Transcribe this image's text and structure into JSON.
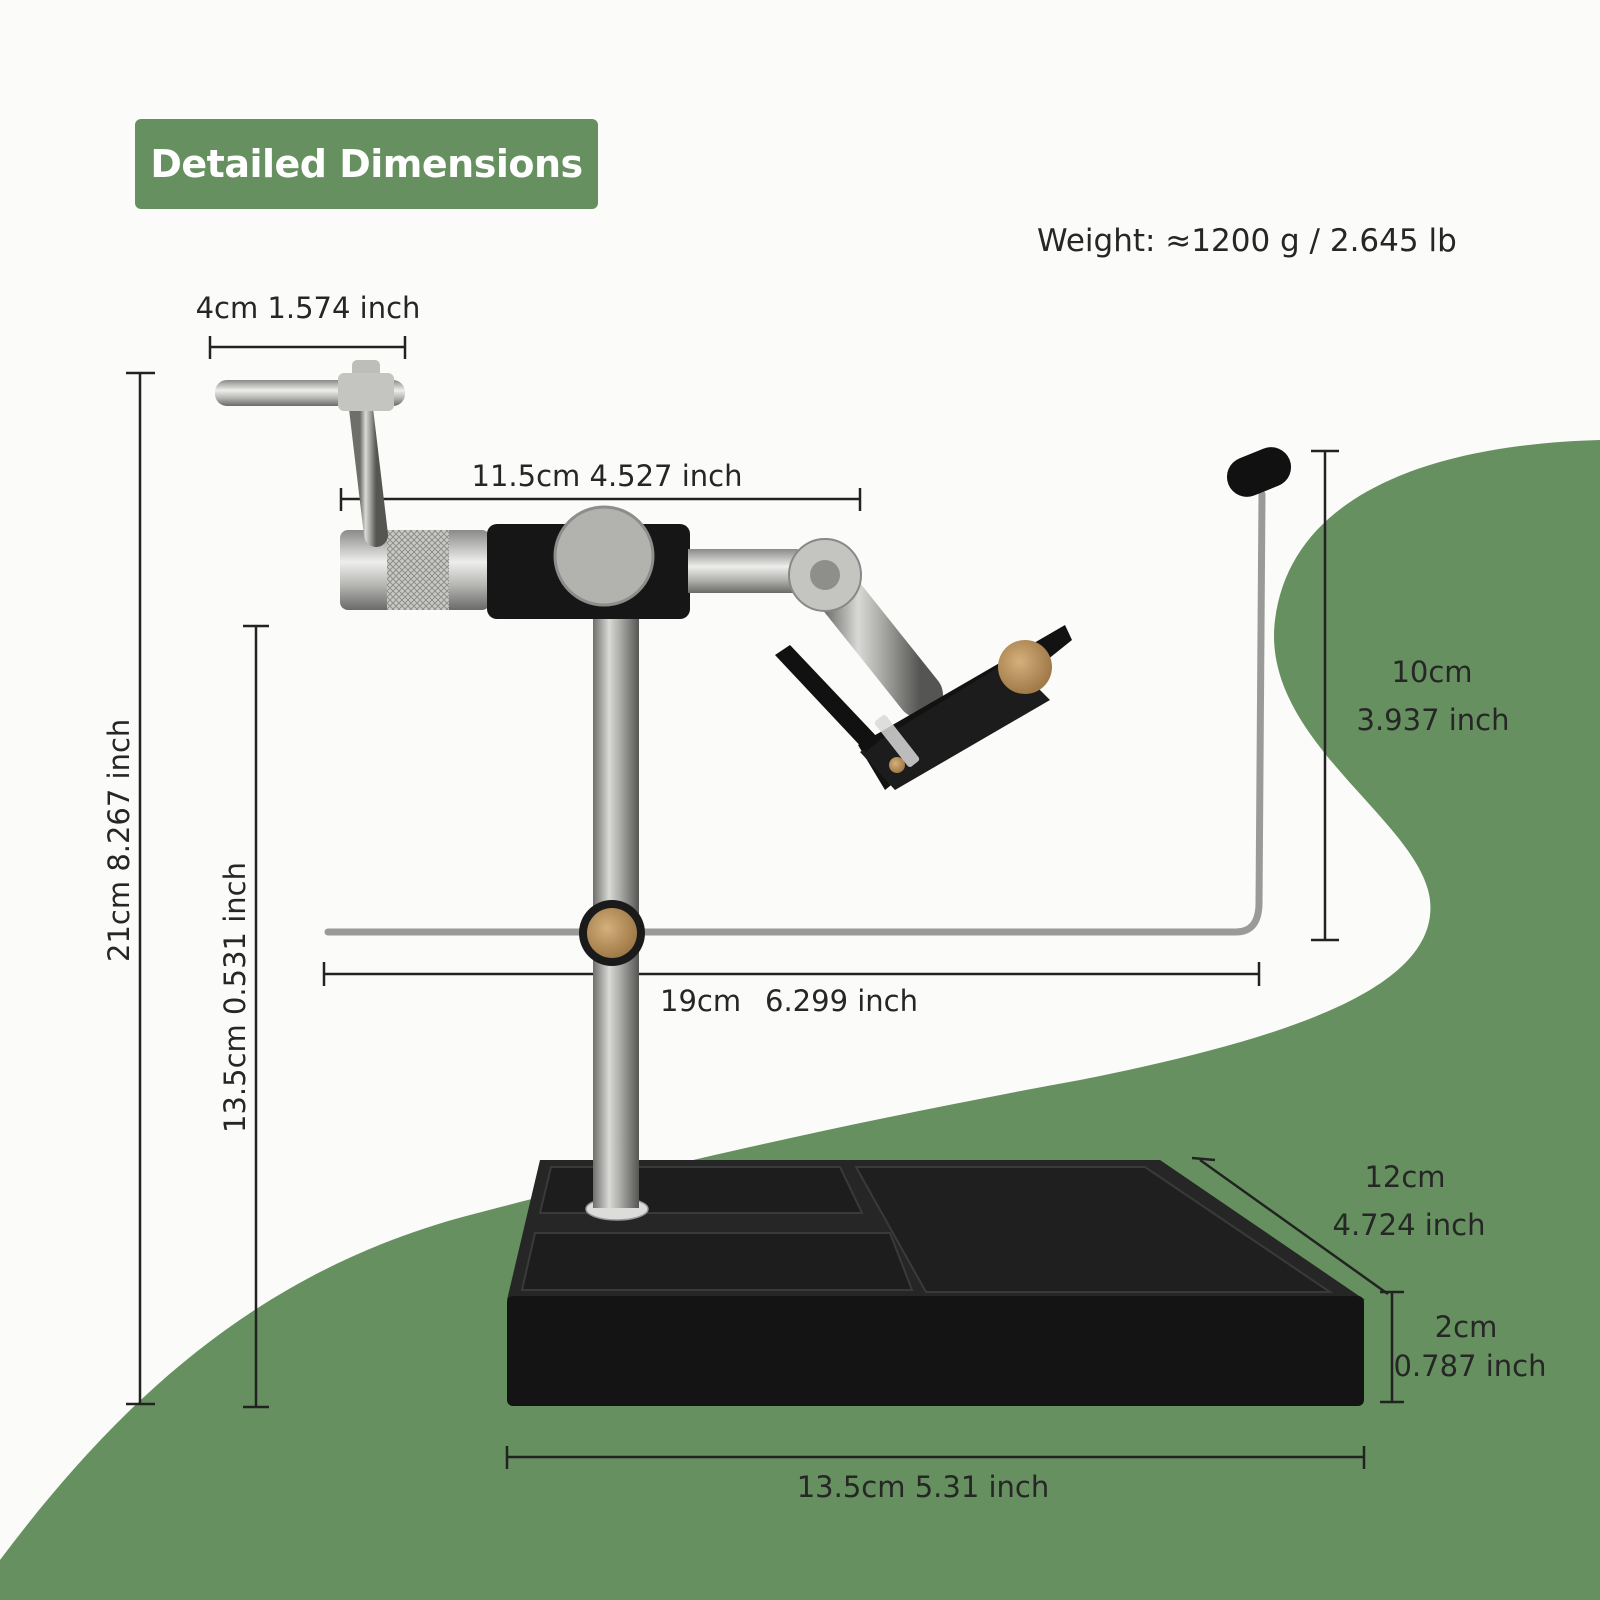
{
  "title": "Detailed Dimensions",
  "weight": "Weight: ≈1200 g / 2.645 lb",
  "dimensions": {
    "handle_width": "4cm 1.574 inch",
    "arm_length": "11.5cm 4.527 inch",
    "total_height": "21cm 8.267 inch",
    "stem_height": "13.5cm 0.531 inch",
    "bobbin_rest_width": "19cm",
    "bobbin_rest_width_in": "6.299 inch",
    "rest_height_cm": "10cm",
    "rest_height_in": "3.937 inch",
    "base_depth_cm": "12cm",
    "base_depth_in": "4.724 inch",
    "base_height_cm": "2cm",
    "base_height_in": "0.787 inch",
    "base_width": "13.5cm 5.31 inch"
  },
  "colors": {
    "accent_green": "#66905f",
    "background": "#fbfbf9",
    "base_black": "#141414",
    "steel": "#b7b7b5"
  }
}
